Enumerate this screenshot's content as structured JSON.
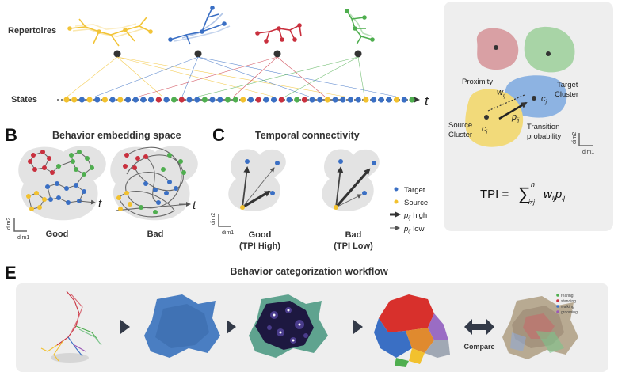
{
  "colors": {
    "yellow": "#f2c12e",
    "blue": "#3a6fc4",
    "red": "#c9303e",
    "green": "#4fae4f",
    "gray_blob": "#e3e3e3",
    "panel_bg": "#eeeeee",
    "dark": "#333333"
  },
  "panel_a": {
    "repertoires_label": "Repertoires",
    "states_label": "States",
    "time_label": "t",
    "state_sequence": [
      "y",
      "y",
      "b",
      "y",
      "b",
      "y",
      "b",
      "y",
      "b",
      "b",
      "b",
      "b",
      "r",
      "b",
      "g",
      "r",
      "b",
      "b",
      "g",
      "b",
      "b",
      "g",
      "g",
      "y",
      "b",
      "r",
      "b",
      "b",
      "r",
      "b",
      "g",
      "r",
      "b",
      "b",
      "y",
      "b",
      "b",
      "b",
      "b",
      "y",
      "b",
      "b",
      "b",
      "y",
      "b",
      "g"
    ]
  },
  "panel_d": {
    "proximity_label": "Proximity",
    "target_cluster_label_1": "Target",
    "target_cluster_label_2": "Cluster",
    "source_cluster_label_1": "Source",
    "source_cluster_label_2": "Cluster",
    "transition_label_1": "Transition",
    "transition_label_2": "probability",
    "w_label": "w",
    "w_sub": "ij",
    "p_label": "p",
    "p_sub": "ij",
    "ci_label": "c",
    "ci_sub": "i",
    "cj_label": "c",
    "cj_sub": "j",
    "dim1": "dim1",
    "dim2": "dim2",
    "formula_lhs": "TPI = ",
    "formula_sum": "∑",
    "formula_top": "n",
    "formula_bottom": "i≠j",
    "formula_w": "w",
    "formula_w_sub": "ij",
    "formula_p": "p",
    "formula_p_sub": "ij"
  },
  "panel_b": {
    "letter": "B",
    "title": "Behavior embedding space",
    "good_label": "Good",
    "bad_label": "Bad",
    "time_label": "t",
    "dim1": "dim1",
    "dim2": "dim2"
  },
  "panel_c": {
    "letter": "C",
    "title": "Temporal connectivity",
    "good_label_1": "Good",
    "good_label_2": "(TPI High)",
    "bad_label_1": "Bad",
    "bad_label_2": "(TPI Low)",
    "legend_target": "Target",
    "legend_source": "Source",
    "legend_high": "high",
    "legend_low": "low",
    "legend_p": "p",
    "legend_p_sub": "ij",
    "dim1": "dim1",
    "dim2": "dim2"
  },
  "panel_e": {
    "letter": "E",
    "title": "Behavior categorization workflow",
    "compare_label": "Compare",
    "legend_items": [
      "rearing",
      "standing",
      "walking",
      "grooming"
    ]
  }
}
